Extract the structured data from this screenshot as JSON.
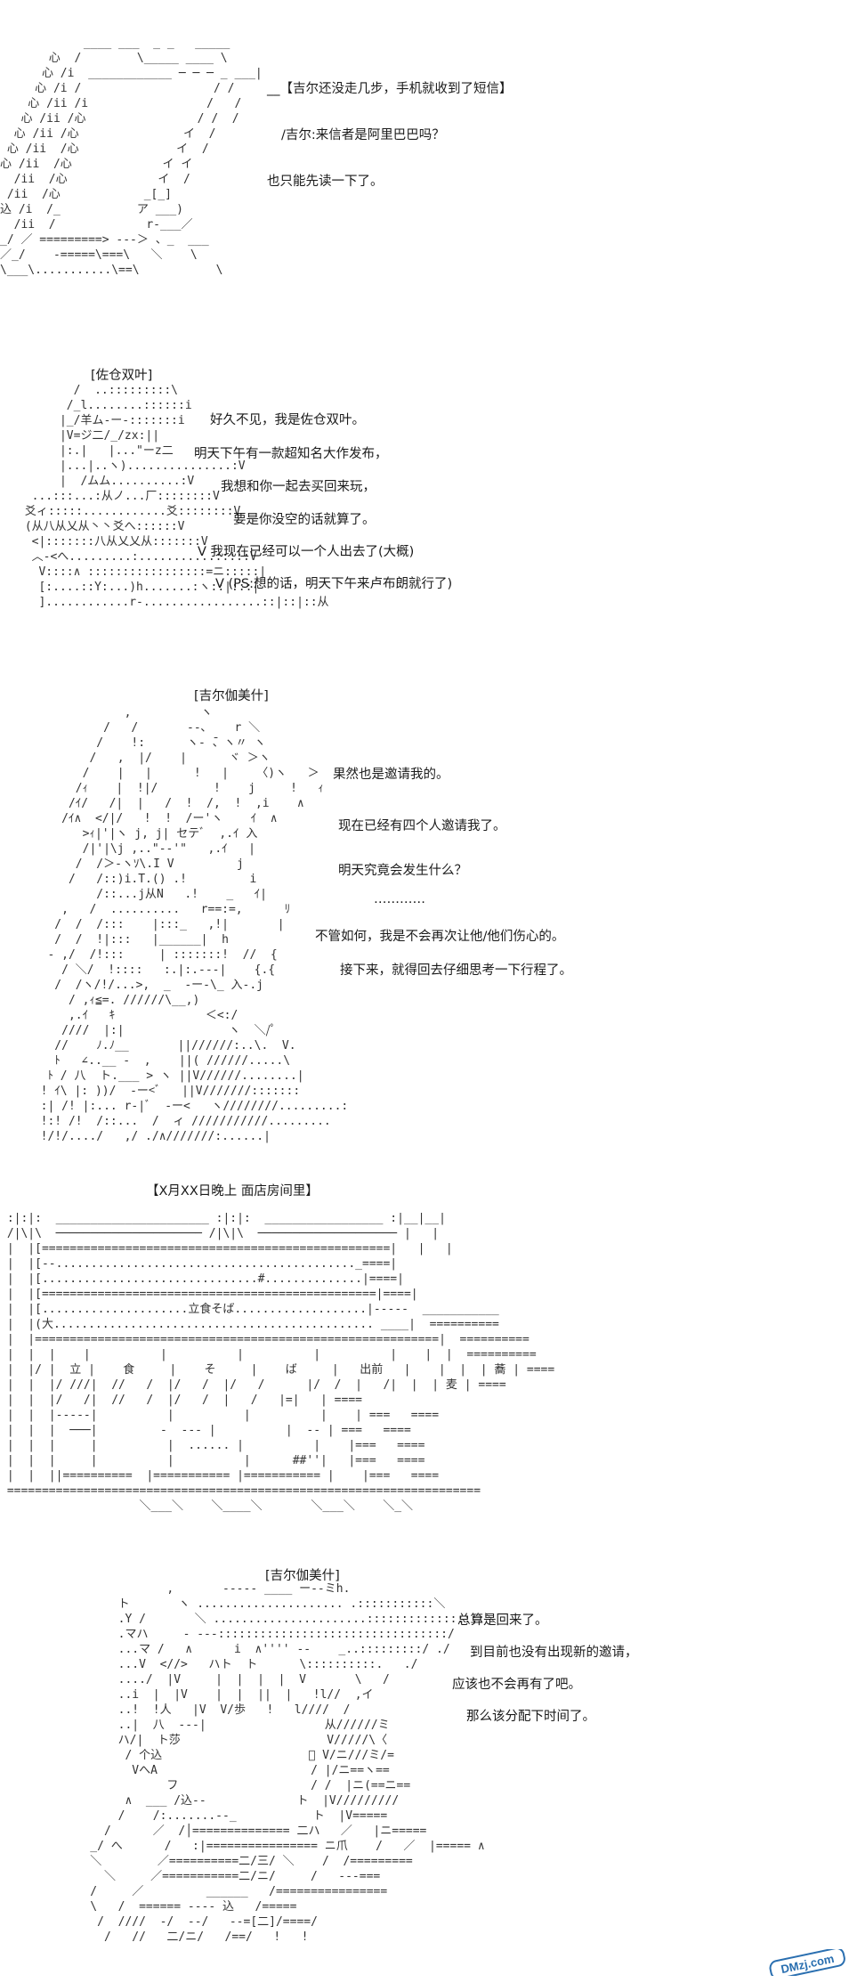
{
  "panel1": {
    "lines": [
      "__【吉尔还没走几步，手机就收到了短信】",
      "/吉尔:来信者是阿里巴巴吗？",
      "也只能先读一下了。"
    ],
    "art": "            ____ ___  _ _   _____\n       心  /        \\_____ ____ \\\n      心 /i  ____________ ─ ─ ─ _ ___|\n     心 /i /                   / /\n    心 /ii /i                 /   /\n   心 /ii /心                / /  /\n  心 /ii /心               イ  /\n 心 /ii  /心              イ  /\n心 /ii  /心             イ イ\n  /ii  /心             イ  /\n /ii  /心            _[_]\n込 /i  /_           ア ___)\n  /ii  /             r‐___／\n_/ ／ =========> ‐‐‐＞ 、_  ___\n／_/    -=====\\===\\   ＼    \\\n\\___\\...........\\==\\           \\"
  },
  "panel2": {
    "header": "[佐仓双叶]",
    "lines": [
      "好久不见，我是佐仓双叶。",
      "明天下午有一款超知名大作发布，",
      "我想和你一起去买回来玩，",
      "要是你没空的话就算了。",
      "V 我现在已经可以一个人出去了(大概)",
      "V (PS:想的话，明天下午来卢布朗就行了)"
    ],
    "art": "        /  ..:::::::::\\\n       /_l........::::::i\n      |_/羊ム‐ー‐:::::::i\n      |V=ジ二/_/zx:||\n      |:.|   |...\"ーz二\n      |...|..ヽ)...............:V\n      |  /ムム..........:V\n  ...:::...:从ノ...厂::::::::V\n 爻ィ:::::............爻::::::::V\n (从八从乂从丶丶爻へ::::::V\n  <|:::::::八从乂乂从:::::::V\n  ︿‐<へ.........:...........:::::V\n   V::::∧ :::::::::::::::::=ニ:::::|\n   [:....::Y:...)h.......:ヽ::|:::|\n   ]............r‐.................::|::|::从"
  },
  "panel3": {
    "header": "[吉尔伽美什]",
    "lines": [
      "果然也是邀请我的。",
      "现在已经有四个人邀请我了。",
      "明天究竟会发生什么？",
      "…………",
      "不管如何，我是不会再次让他/他们伤心的。",
      "接下来，就得回去仔细思考一下行程了。"
    ],
    "art": "              ,          ヽ\n           /   /       ‐‐､    r ＼\n          /    !:      ヽ‐ ̄、ヽ〃 ヽ\n         /   ,  |/    |      ヾ ＞ヽ\n        /    |   |      !   |    〈)ヽ   ＞\n       /ｨ    |  !|/        !    j     !   ｨ\n      /ｲ/   /|  |   /  !  /,  !  ,i    ∧\n     /ｲ∧  </|/   !  !  /ー'ヽ    ｲ  ∧\n        >ｨ|'|ヽ j, j| セテﾞ  ,.ｲ 入\n        /|'|\\j ,..\"--'\"   ,.ｲ   |\n       /  /＞‐ヽｿ\\.I V         j\n      /   /::)i.T.() .!         i\n          /::...j从N   .!    _   ｲ|\n     ,   /  ..........   r==:=,      ﾘ\n    /  /  /:::    |:::_   ,!|       |\n    /  /  !|:::   |______|  h\n   ‐ ,/  /!:::     | :::::::!  //  {\n     / ＼/  !::::   :.|:.‐‐‐|    {.{\n    /  /ヽ/!/...>,  _  ‐ー‐\\_ 入‐.j\n      / ,ｨ≦=. //////\\__,)\n      ,.ｲ   ｷ             ＜<:/\n     ////  |:|               ヽ  ＼/ﾟ\n    //    ﾉ.ﾉ__       ||//////:..\\.  V.\n    ﾄ   ∠..__ ‐  ,    ||( //////.....\\\n   ﾄ / 八  ト.___ > ヽ ||V//////........|\n  ! ｲ\\ |: ))/  ‐ー<ﾞ   ||V///////:::::::\n  :| /! |:... r‐|ﾞ  ‐ー<   ヽ////////.........:\n  !:! /!  /::...  /  ィ ///////////.........\n  !/!/..../   ,/ ./∧///////:......|"
  },
  "panel4": {
    "header": "【X月XX日晚上 面店房间里】",
    "sign_main": "立食そば",
    "sign_chars": [
      "立",
      "食",
      "そ",
      "ば",
      "出前"
    ],
    "side_sign": [
      "蕎",
      "麦"
    ],
    "art": " :|:|:  ______________________ :|:|:  _________________ :|__|__|\n /|\\|\\  ───────────────────── /|\\|\\  ──────────────────── |   |\n |  |[==================================================|   |   |\n |  |[--..........................................._====|\n |  |[...............................#..............|====|\n |  |[================================================|====|\n |  |[.....................立食そば...................|‐‐‐‐‐  ___________\n |  |(大.............................................. ____|  ==========\n |  |==========================================================|  ==========\n |  |  |    |          |          |          |          |    |  |  ==========\n |  |/ |  立 |    食     |    そ     |    ば     |   出前   |    |  |  | 蕎 | ====\n |  |  |/ ///|  //   /  |/   /  |/   /      |/  /  |   /|  |  | 麦 | ====\n |  |  |/   /|  //   /  |/   /  |   /   |=|   | ====\n |  |  |‐‐‐‐‐|          |          |          |    | ===   ====\n |  |  |  ───|         ‐  ‐‐‐ |          |  ‐‐ | ===   ====\n |  |  |     |          |  ...... |          |    |===   ====\n |  |  |     |          |          |      ##''|   |===   ====\n |  |  ||==========  |=========== |=========== |    |===   ====\n ====================================================================\n                    ＼___＼    ＼____＼       ＼___＼    ＼_＼"
  },
  "panel5": {
    "header": "[吉尔伽美什]",
    "lines": [
      "总算是回来了。",
      "到目前也没有出现新的邀请，",
      "应该也不会再有了吧。",
      "那么该分配下时间了。"
    ],
    "art": "               ,       ‐‐‐‐‐ ____ ー‐‐ミh.\n        ト       ヽ ..................... .:::::::::::＼\n        .Y /       ＼ ......................:::::::::::::::::＼\n        .マハ     ‐ ‐‐‐:::::::::::::::::::::::::::::::::/\n        ...マ /   ∧      i  ∧'''' ‐‐    _..:::::::::/ ./\n        ...V  <//>   ハト  ト      \\::::::::::.   ./\n        ..../  |V     |  |  |  |  V       \\   /\n        ..i  |  |V    |  |  ||  |   !l//  ,イ\n        ..!  !人   |V  V/歩   !   l////  /\n        ..|  八  ‐‐‐|                 从//////ミ\n        ハ/|  ト莎                     V/////\\〈\n         / 个込                     ゙ V/ニ///ミ/=\n          VへA                      / |/ニ==ヽ==\n               フ                   / /  |ニ(==ニ==\n         ∧  ___ /込‐‐             ト  |V/////////\n        /    /:.......‐‐_           ト  |V=====\n      /      ／  /│============== 二ハ   ／   |ニ=====\n    _/ へ      /   :|================ ニ爪    /   ／  |===== ∧\n    ＼        ／==========二/三/ ＼    /  /=========\n      ＼     ／===========二/ニ/     /   ‐‐‐===\n    /     ／         ______   /================\n    \\   /  ====== ‐‐‐‐ 込   /=====\n     /  ////  ‐/  ‐‐/   ‐‐=[二]/====/\n      /   //   二/ニ/   /==/   !   !"
  },
  "watermark": {
    "text": "DMzj.com",
    "color": "#2a6fb0"
  }
}
